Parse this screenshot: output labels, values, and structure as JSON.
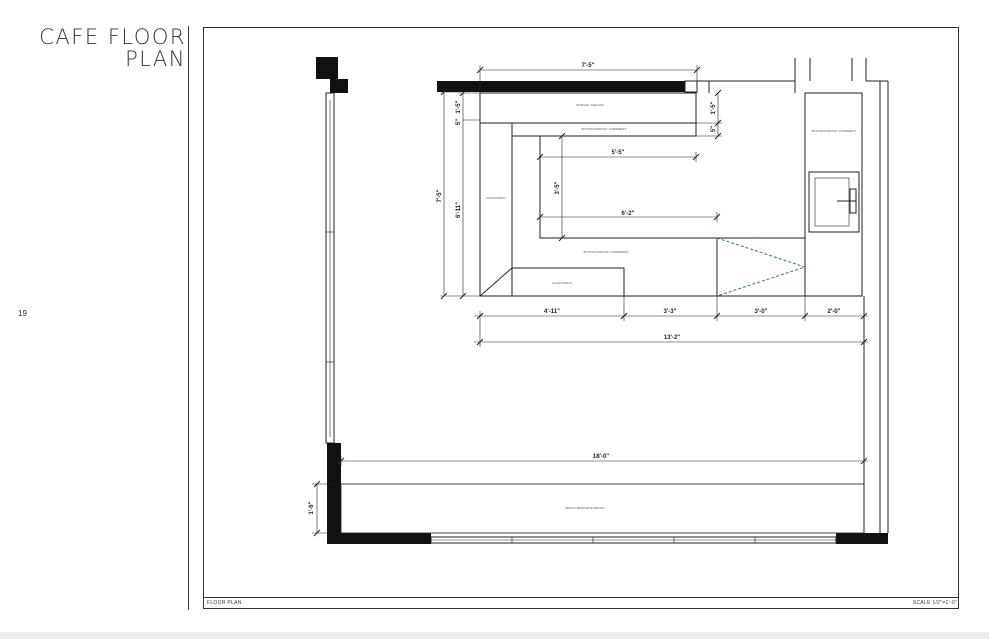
{
  "title": {
    "line1": "CAFE FLOOR",
    "line2": "PLAN"
  },
  "page_number": "19",
  "footer": {
    "left": "FLOOR PLAN",
    "right": "SCALE 1/2\"=1'-0\""
  },
  "dimensions": {
    "top_counter_width": "7'-5\"",
    "upper_left_depth": "1'-5\"",
    "upper_left_small": "5\"",
    "right_upper_depth": "1'-5\"",
    "right_small": "5\"",
    "inner_width_upper": "5'-5\"",
    "inner_depth": "3'-5\"",
    "inner_width_lower": "6'-2\"",
    "overall_depth": "7'-5\"",
    "inner_overall_depth": "6'-11\"",
    "seg_1": "4'-11\"",
    "seg_2": "3'-3\"",
    "seg_3": "3'-0\"",
    "seg_4": "2'-0\"",
    "total_width": "13'-2\"",
    "room_width": "18'-0\"",
    "bench_depth": "1'-6\""
  },
  "labels": {
    "top_counter": "STORAGE / SHELVING",
    "upper_counter": "BOTTOM WORKTOP / CONDIMENTS",
    "left_counter": "GLASS DISPLAY",
    "lower_counter": "GLASS DISPLAY",
    "mid_counter": "BOTTOM WORKTOP / CONDIMENTS",
    "right_counter": "BOTTOM WORKTOP / CONDIMENTS",
    "bench": "BENCH / BANQUETTE SEATING"
  },
  "colors": {
    "wall": "#111111",
    "line": "#222222",
    "door_swing": "#2e7d4f"
  }
}
